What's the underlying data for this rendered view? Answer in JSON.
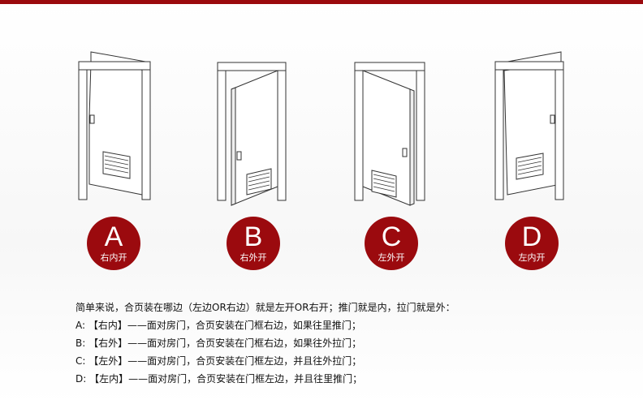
{
  "doors": [
    {
      "letter": "A",
      "label": "右内开"
    },
    {
      "letter": "B",
      "label": "右外开"
    },
    {
      "letter": "C",
      "label": "左外开"
    },
    {
      "letter": "D",
      "label": "左内开"
    }
  ],
  "notes": {
    "intro": "简单来说，合页装在哪边（左边OR右边）就是左开OR右开；推门就是内，拉门就是外：",
    "lines": [
      "A: 【右内】——面对房门，合页安装在门框右边，如果往里推门；",
      "B: 【右外】——面对房门，合页安装在门框右边，如果往外拉门；",
      "C: 【左外】——面对房门，合页安装在门框左边，并且往外拉门；",
      "D: 【左内】——面对房门，合页安装在门框左边，并且往里推门；"
    ]
  },
  "colors": {
    "accent": "#9b0a0e"
  }
}
